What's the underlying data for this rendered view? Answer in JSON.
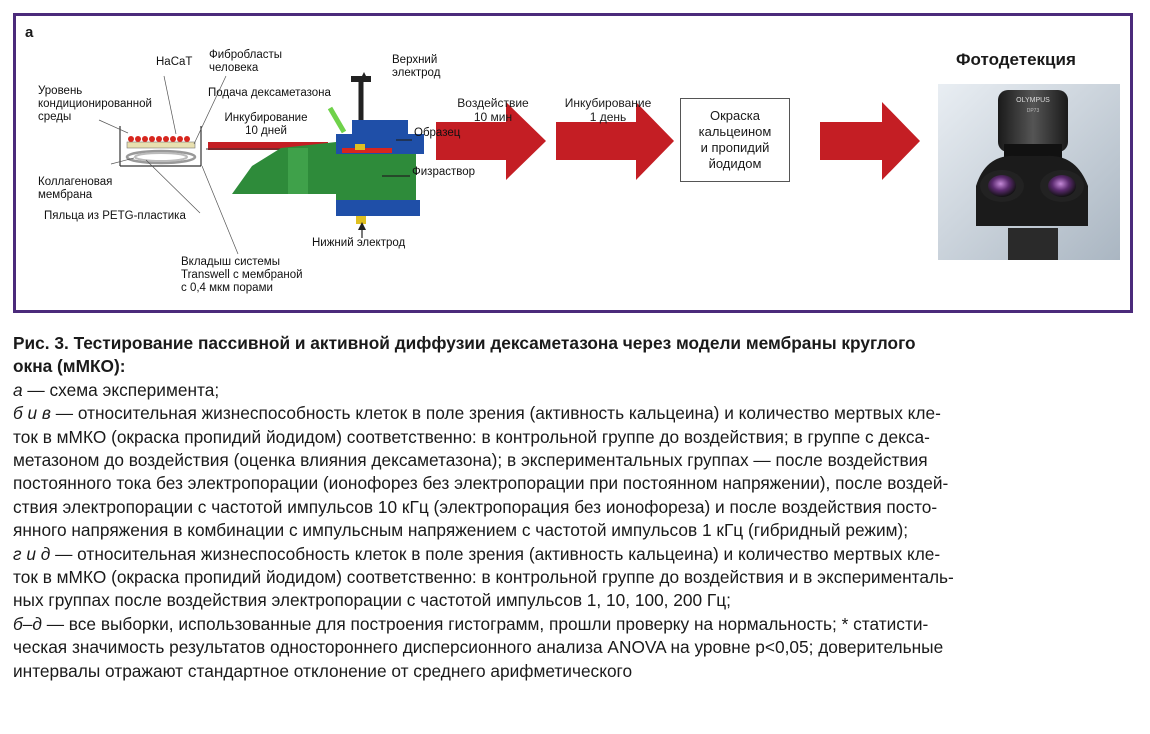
{
  "figure": {
    "panel_letter": "а",
    "photodetection_title": "Фотодетекция",
    "labels": {
      "hacat": "HaCaT",
      "fibroblasts": "Фибробласты\nчеловека",
      "conditioned_medium": "Уровень\nкондиционированной\nсреды",
      "collagen_membrane": "Коллагеновая\nмембрана",
      "petg_ring": "Пяльца из PETG-пластика",
      "transwell_insert": "Вкладыш системы\nTranswell с мембраной\nс 0,4 мкм порами",
      "dexamethasone_supply": "Подача дексаметазона",
      "incubation_10_days": "Инкубирование\n10 дней",
      "upper_electrode": "Верхний\nэлектрод",
      "sample": "Образец",
      "saline": "Физраствор",
      "lower_electrode": "Нижний электрод"
    },
    "arrows": {
      "exposure": "Воздействие\n10 мин",
      "incubation_1_day": "Инкубирование\n1 день"
    },
    "stain_box": "Окраска\nкальцеином\nи пропидий\nйодидом",
    "microscope_brand": "OLYMPUS",
    "microscope_model": "DP73",
    "colors": {
      "frame": "#4b2a7b",
      "arrow": "#c41e24",
      "chamber_green": "#2e8b3a",
      "chamber_blue": "#1f4fa8",
      "cells_red": "#d7261e"
    }
  },
  "caption": {
    "title_line1": "Рис. 3. Тестирование пассивной и активной диффузии дексаметазона через модели мембраны круглого",
    "title_line2": "окна (мМКО):",
    "a_letter": "а",
    "a_text": " — схема эксперимента;",
    "bv_letters": "б и в",
    "bv_line1": " — относительная жизнеспособность клеток в поле зрения (активность кальцеина) и количество мертвых кле-",
    "bv_line2": "ток в мМКО (окраска пропидий йодидом) соответственно: в контрольной группе до воздействия; в группе с декса-",
    "bv_line3": "метазоном до воздействия (оценка влияния дексаметазона); в экспериментальных группах — после воздействия",
    "bv_line4": "постоянного тока без электропорации (ионофорез без электропорации при постоянном напряжении), после воздей-",
    "bv_line5": "ствия электропорации с частотой импульсов 10 кГц (электропорация без ионофореза) и после воздействия посто-",
    "bv_line6": "янного напряжения в комбинации с импульсным напряжением с частотой импульсов 1 кГц (гибридный режим);",
    "gd_letters": "г и д",
    "gd_line1": " — относительная жизнеспособность клеток в поле зрения (активность кальцеина) и количество мертвых кле-",
    "gd_line2": "ток в мМКО (окраска пропидий йодидом) соответственно: в контрольной группе до воздействия и в эксперименталь-",
    "gd_line3": "ных группах после воздействия электропорации с частотой импульсов 1, 10, 100, 200 Гц;",
    "bd_letters": "б–д",
    "bd_line1": " — все выборки, использованные для построения гистограмм, прошли проверку на нормальность; * статисти-",
    "bd_line2": "ческая значимость результатов одностороннего дисперсионного анализа ANOVA на уровне р<0,05; доверительные",
    "bd_line3": "интервалы отражают стандартное отклонение от среднего арифметического"
  }
}
